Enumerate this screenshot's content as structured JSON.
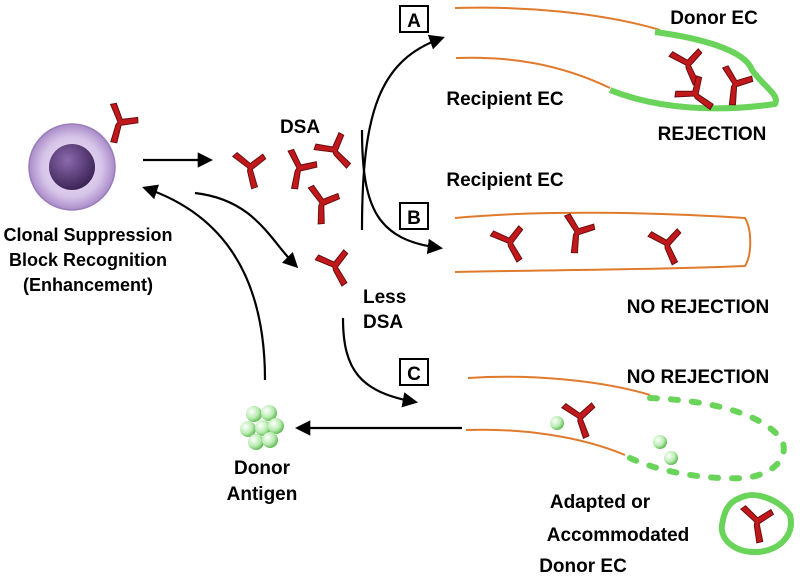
{
  "diagram": {
    "panels": {
      "a": {
        "tag": "A",
        "donor_label": "Donor EC",
        "recipient_label": "Recipient EC",
        "outcome": "REJECTION"
      },
      "b": {
        "tag": "B",
        "recipient_label": "Recipient EC",
        "outcome": "NO REJECTION"
      },
      "c": {
        "tag": "C",
        "outcome": "NO REJECTION",
        "adapted_label": [
          "Adapted or",
          "Accommodated",
          "Donor EC"
        ]
      }
    },
    "labels": {
      "dsa": "DSA",
      "less_dsa": [
        "Less",
        "DSA"
      ],
      "clonal": [
        "Clonal Suppression",
        "Block Recognition",
        "(Enhancement)"
      ],
      "donor_antigen": [
        "Donor",
        "Antigen"
      ]
    },
    "colors": {
      "antibody": "#c0181b",
      "vessel": "#e07a2c",
      "donor_endothelium": "#6ad45a",
      "cell_outer": "#c9b4de",
      "cell_nucleus": "#5a3d7a",
      "antigen": "#a8e6a0"
    }
  }
}
